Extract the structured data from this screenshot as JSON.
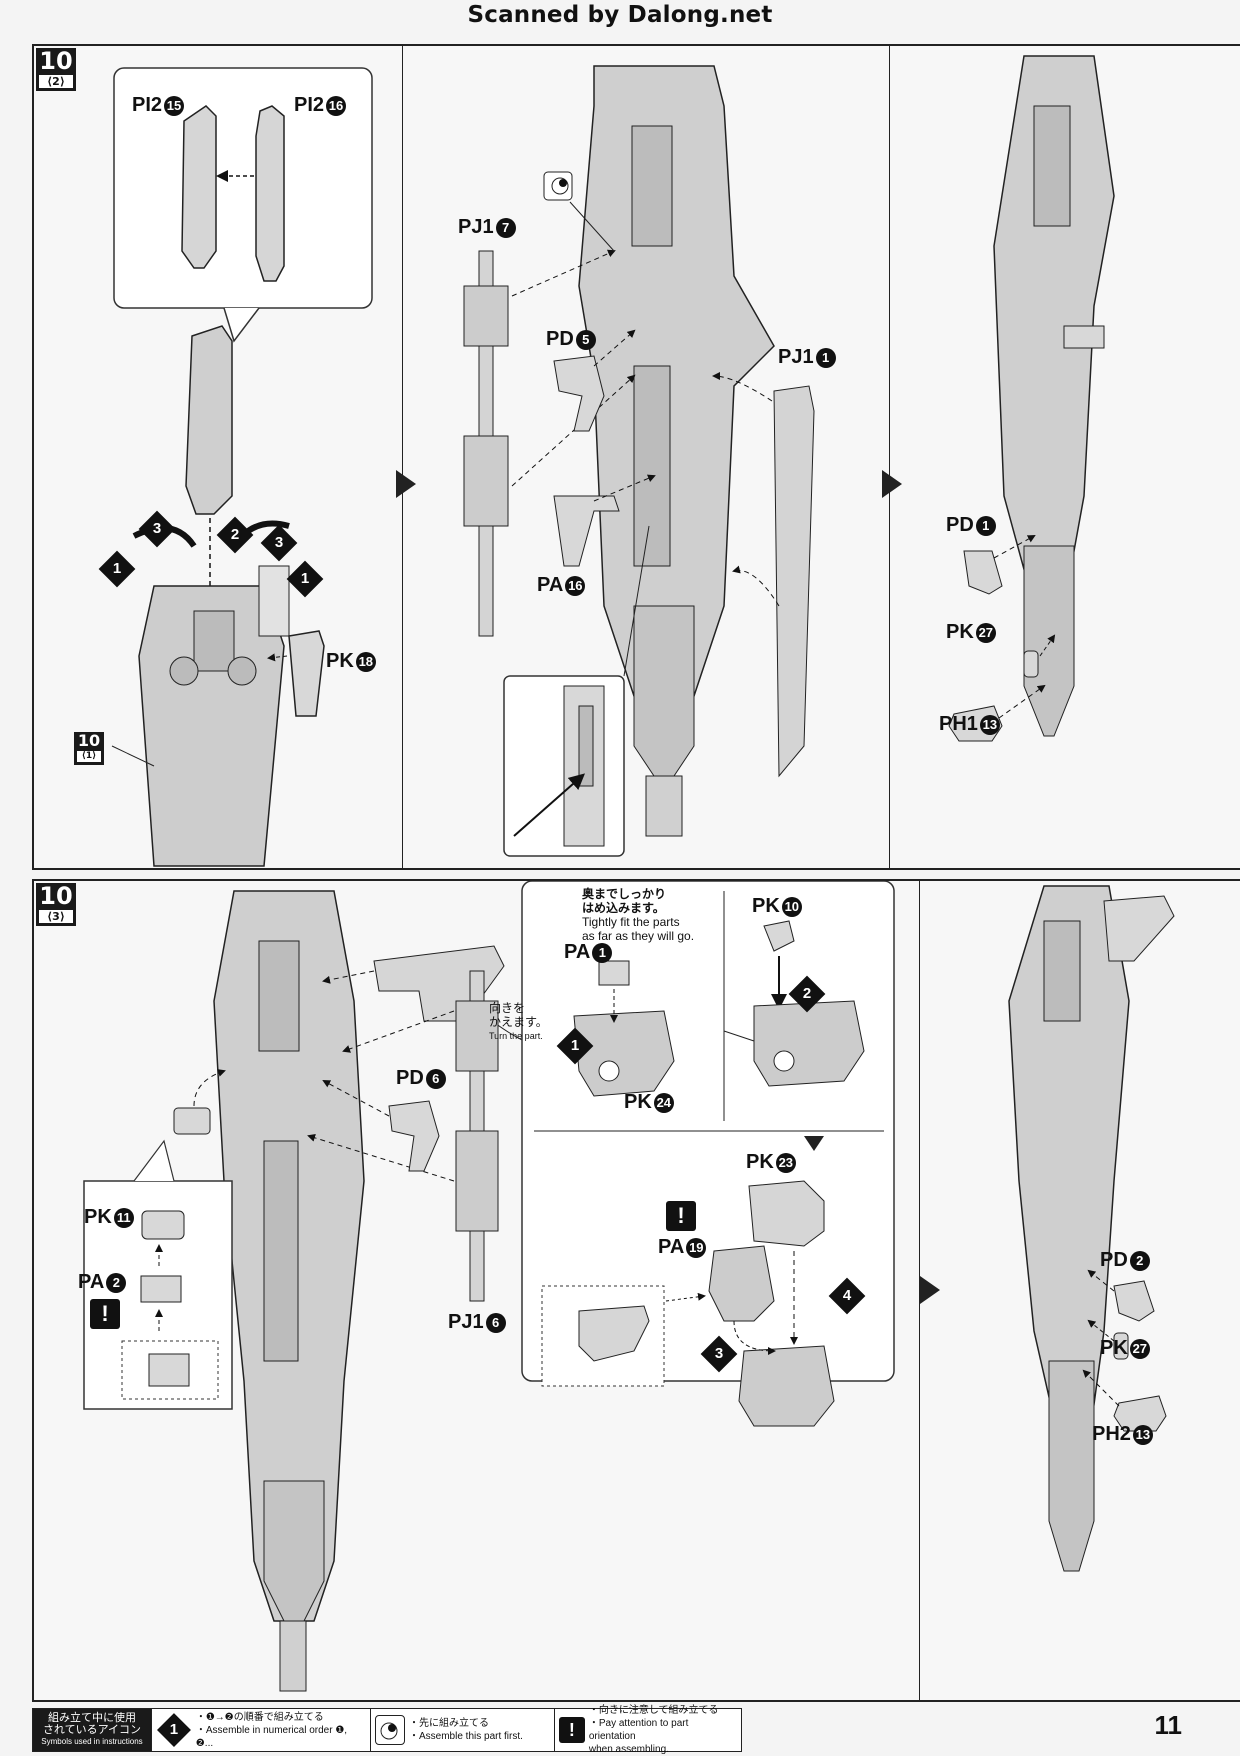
{
  "watermark": "Scanned by Dalong.net",
  "page_number": "11",
  "step_a": {
    "num": "10",
    "sub": "⟨2⟩"
  },
  "step_b": {
    "num": "10",
    "sub": "⟨3⟩"
  },
  "ref_step": {
    "num": "10",
    "sub": "⟨1⟩"
  },
  "labels_a": {
    "pi2_15": "PI2",
    "pi2_15_n": "15",
    "pi2_16": "PI2",
    "pi2_16_n": "16",
    "pk18": "PK",
    "pk18_n": "18",
    "pj1_7": "PJ1",
    "pj1_7_n": "7",
    "pd5": "PD",
    "pd5_n": "5",
    "pj1_1": "PJ1",
    "pj1_1_n": "1",
    "pa16": "PA",
    "pa16_n": "16",
    "pd1": "PD",
    "pd1_n": "1",
    "pk27": "PK",
    "pk27_n": "27",
    "ph1_13": "PH1",
    "ph1_13_n": "13"
  },
  "badges_a": [
    "3",
    "2",
    "3",
    "1",
    "1"
  ],
  "labels_b": {
    "pd6": "PD",
    "pd6_n": "6",
    "pj1_6": "PJ1",
    "pj1_6_n": "6",
    "pk11": "PK",
    "pk11_n": "11",
    "pa2": "PA",
    "pa2_n": "2",
    "pa1": "PA",
    "pa1_n": "1",
    "pk24": "PK",
    "pk24_n": "24",
    "pk10": "PK",
    "pk10_n": "10",
    "pk23": "PK",
    "pk23_n": "23",
    "pa19": "PA",
    "pa19_n": "19",
    "pd2": "PD",
    "pd2_n": "2",
    "pk27": "PK",
    "pk27_n": "27",
    "ph2_13": "PH2",
    "ph2_13_n": "13"
  },
  "notes_b": {
    "turn_jp": "向きを\nかえます。",
    "turn_en": "Turn the part.",
    "fit_jp": "奥までしっかり\nはめ込みます。",
    "fit_en": "Tightly fit the parts\nas far as they will go."
  },
  "badges_b": [
    "1",
    "2",
    "3",
    "4"
  ],
  "legend": {
    "head_jp": "組み立て中に使用\nされているアイコン",
    "head_en": "Symbols used in instructions",
    "order_jp": "・❶→❷の順番で組み立てる",
    "order_en": "・Assemble in numerical order ❶, ❷...",
    "first_jp": "・先に組み立てる",
    "first_en": "・Assemble this part first.",
    "orient_jp": "・向きに注意して組み立てる",
    "orient_en": "・Pay attention to part orientation\n  when assembling."
  }
}
